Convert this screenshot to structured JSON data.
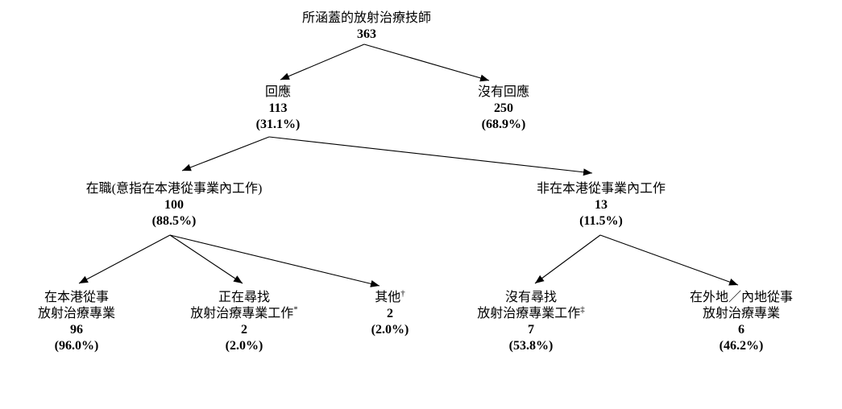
{
  "diagram": {
    "title_meaning": "survey-response-flowchart",
    "colors": {
      "text": "#000000",
      "line": "#000000",
      "background": "#ffffff"
    },
    "nodes": {
      "root": {
        "label": "所涵蓋的放射治療技師",
        "count": "363"
      },
      "responded": {
        "label": "回應",
        "count": "113",
        "percent": "(31.1%)"
      },
      "no_response": {
        "label": "沒有回應",
        "count": "250",
        "percent": "(68.9%)"
      },
      "employed": {
        "label": "在職(意指在本港從事業內工作)",
        "count": "100",
        "percent": "(88.5%)"
      },
      "not_in_hk_industry": {
        "label": "非在本港從事業內工作",
        "count": "13",
        "percent": "(11.5%)"
      },
      "practising_in_hk": {
        "label1": "在本港從事",
        "label2": "放射治療專業",
        "count": "96",
        "percent": "(96.0%)"
      },
      "seeking_job": {
        "label1": "正在尋找",
        "label2": "放射治療專業工作",
        "marker": "*",
        "count": "2",
        "percent": "(2.0%)"
      },
      "others": {
        "label": "其他",
        "marker": "†",
        "count": "2",
        "percent": "(2.0%)"
      },
      "not_seeking_job": {
        "label1": "沒有尋找",
        "label2": "放射治療專業工作",
        "marker": "‡",
        "count": "7",
        "percent": "(53.8%)"
      },
      "practising_elsewhere": {
        "label1": "在外地／內地從事",
        "label2": "放射治療專業",
        "count": "6",
        "percent": "(46.2%)"
      }
    },
    "edges": [
      {
        "from": "root",
        "to": "responded"
      },
      {
        "from": "root",
        "to": "no_response"
      },
      {
        "from": "responded",
        "to": "employed"
      },
      {
        "from": "responded",
        "to": "not_in_hk_industry"
      },
      {
        "from": "employed",
        "to": "practising_in_hk"
      },
      {
        "from": "employed",
        "to": "seeking_job"
      },
      {
        "from": "employed",
        "to": "others"
      },
      {
        "from": "not_in_hk_industry",
        "to": "not_seeking_job"
      },
      {
        "from": "not_in_hk_industry",
        "to": "practising_elsewhere"
      }
    ]
  }
}
